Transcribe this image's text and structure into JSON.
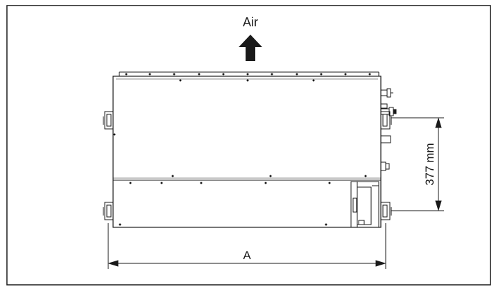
{
  "labels": {
    "air": "Air",
    "dimension_height": "377 mm",
    "dimension_width": "A"
  },
  "colors": {
    "stroke": "#1a1a1a",
    "background": "#ffffff"
  }
}
